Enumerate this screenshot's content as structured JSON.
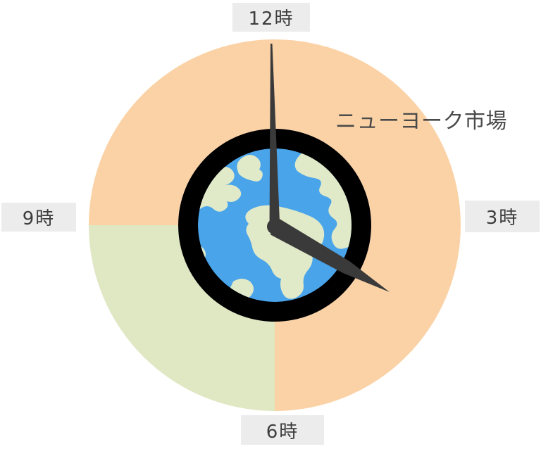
{
  "diagram": {
    "market_label": "ニューヨーク市場",
    "hour_labels": {
      "h12": "12時",
      "h3": "3時",
      "h6": "6時",
      "h9": "9時"
    },
    "clock": {
      "time_shown": "4:00",
      "minute_hand_at": "12時",
      "hour_hand_at": "4時"
    },
    "ring_segments": [
      {
        "name": "main",
        "from": "9時",
        "to": "6時",
        "via": "12時",
        "fraction": 0.75,
        "color": "#FBD2A6"
      },
      {
        "name": "quadrant",
        "from": "6時",
        "to": "9時",
        "fraction": 0.25,
        "color": "#E0E7C3"
      }
    ],
    "colors": {
      "ring_main": "#FBD2A6",
      "ring_quadrant": "#E0E7C3",
      "face_ring": "#000000",
      "ocean": "#49A4EA",
      "land": "#E0E9C8",
      "hands": "#3A3A3A",
      "label_bg": "#ECECEC",
      "label_text": "#3D3D3D",
      "market_label_text": "#4A4A4A",
      "background": "#FFFFFF"
    }
  }
}
